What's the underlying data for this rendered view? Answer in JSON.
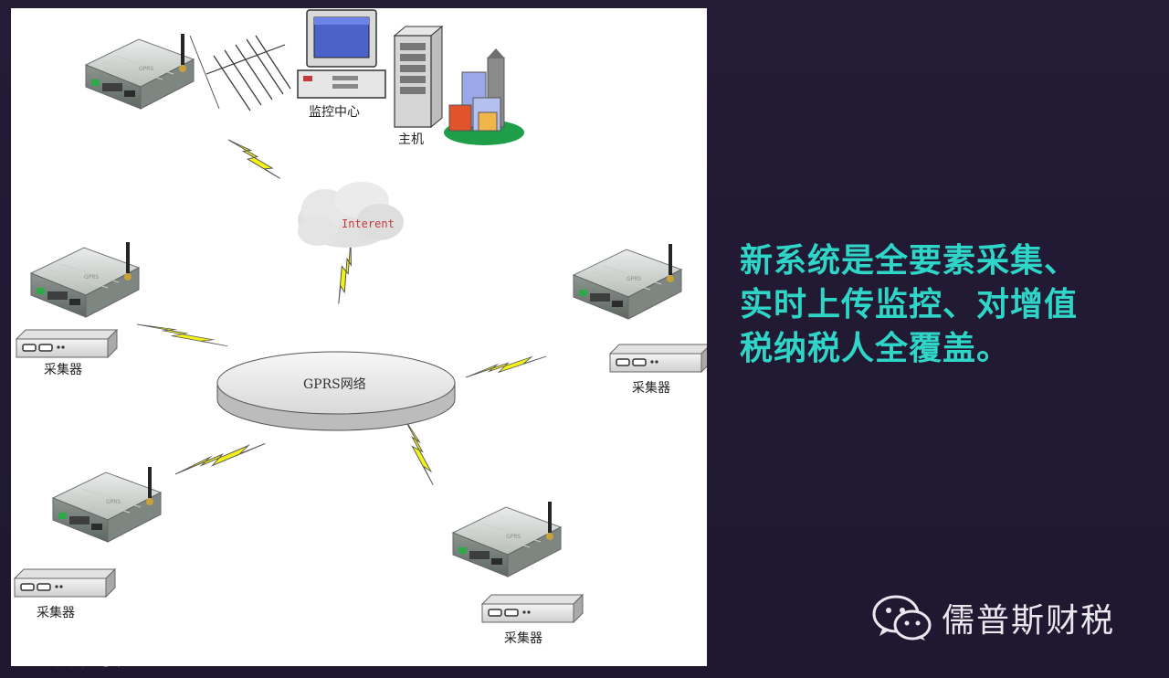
{
  "diagram": {
    "monitor_center_label": "监控中心",
    "host_label": "主机",
    "internet_label": "Interent",
    "network_label": "GPRS网络",
    "collector_label": "采集器"
  },
  "headline": {
    "lines": [
      "新系统是全要素采集、",
      "实时上传监控、对增值",
      "税纳税人全覆盖。"
    ]
  },
  "brand": {
    "name": "儒普斯财税",
    "icon": "wechat-icon"
  },
  "watermark": {
    "text": "大数跨境",
    "icon": "logo-100-icon"
  },
  "colors": {
    "background": "#221a33",
    "headline": "#2fd6c8",
    "lightning": "#f2f21a"
  }
}
